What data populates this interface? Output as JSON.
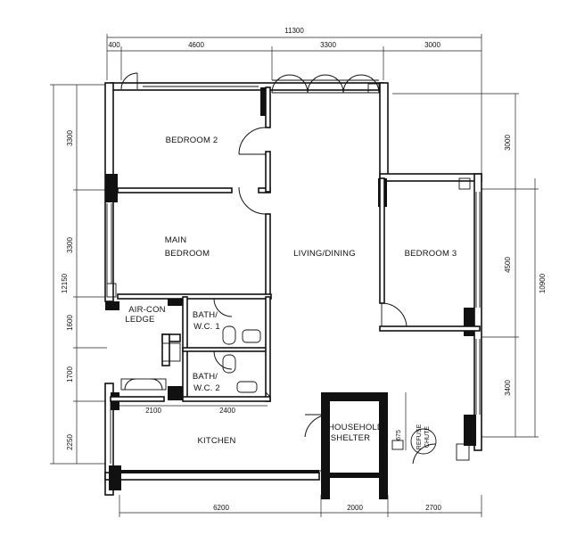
{
  "dimensions": {
    "top_total": "11300",
    "top": [
      "400",
      "4600",
      "3300",
      "3000"
    ],
    "left_total": "12150",
    "left": [
      "3300",
      "3300",
      "1600",
      "1700",
      "2250"
    ],
    "right_total": "10900",
    "right": [
      "3000",
      "4500",
      "3400"
    ],
    "inner_bottom": [
      "2100",
      "2400"
    ],
    "bottom": [
      "6200",
      "2000",
      "2700"
    ],
    "refuse_width": "675"
  },
  "rooms": {
    "bedroom2": "BEDROOM 2",
    "main_bedroom_line1": "MAIN",
    "main_bedroom_line2": "BEDROOM",
    "living_dining": "LIVING/DINING",
    "bedroom3": "BEDROOM 3",
    "aircon_line1": "AIR-CON",
    "aircon_line2": "LEDGE",
    "bath1_line1": "BATH/",
    "bath1_line2": "W.C. 1",
    "bath2_line1": "BATH/",
    "bath2_line2": "W.C. 2",
    "kitchen": "KITCHEN",
    "shelter_line1": "HOUSEHOLD",
    "shelter_line2": "SHELTER",
    "refuse_line1": "REFUSE",
    "refuse_line2": "CHUTE"
  }
}
